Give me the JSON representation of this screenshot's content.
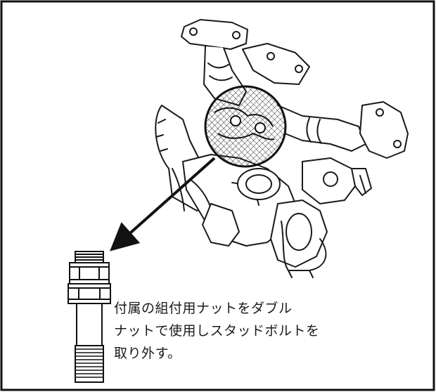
{
  "caption": {
    "line1": "付属の組付用ナットをダブル",
    "line2": "ナットで使用しスタッドボルトを",
    "line3": "取り外す。"
  }
}
